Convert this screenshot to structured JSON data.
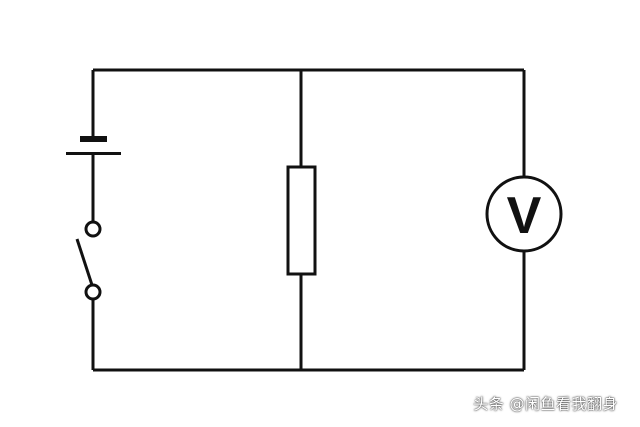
{
  "diagram": {
    "title": "",
    "voltmeter_label": "V",
    "components": [
      "battery",
      "switch",
      "resistor",
      "voltmeter"
    ]
  },
  "watermark": "头条 @闲鱼看我翻身"
}
